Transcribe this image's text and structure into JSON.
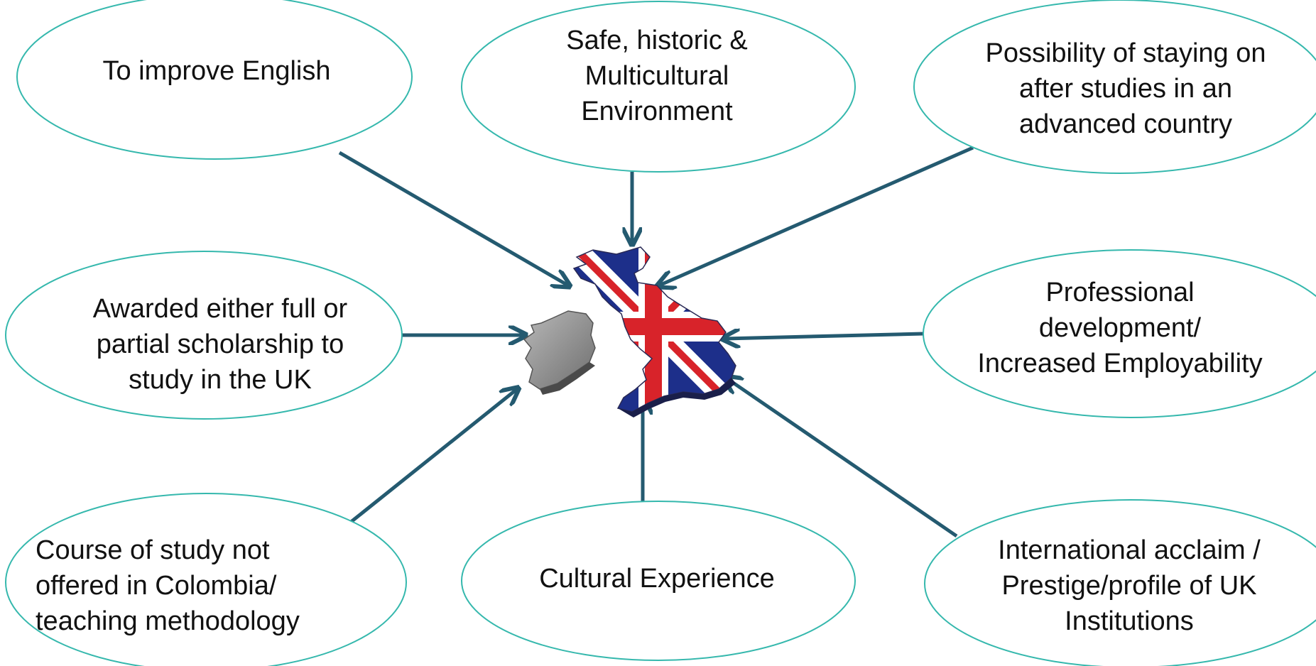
{
  "colors": {
    "ellipse_fill": "#ffffff",
    "ellipse_stroke": "#35b8ad",
    "arrow": "#245a70",
    "map_ireland": "#8c8c8c",
    "map_flag_blue": "#1d2f8a",
    "map_flag_red": "#d8232a",
    "map_flag_white": "#ffffff"
  },
  "center": {
    "icon": "uk-ireland-map-icon"
  },
  "nodes": [
    {
      "id": "improve-english",
      "text": "To improve English"
    },
    {
      "id": "safe-historic",
      "text": "Safe, historic &\nMulticultural\nEnvironment"
    },
    {
      "id": "staying-on",
      "text": "Possibility of staying on\nafter studies in an\nadvanced country"
    },
    {
      "id": "scholarship",
      "text": "Awarded either full or\npartial scholarship to\nstudy in the UK"
    },
    {
      "id": "professional",
      "text": "Professional\ndevelopment/\nIncreased Employability"
    },
    {
      "id": "course-not-offered",
      "text": "Course of study not\noffered in Colombia/\nteaching methodology"
    },
    {
      "id": "cultural",
      "text": "Cultural Experience"
    },
    {
      "id": "international",
      "text": "International acclaim /\nPrestige/profile of UK\nInstitutions"
    }
  ]
}
